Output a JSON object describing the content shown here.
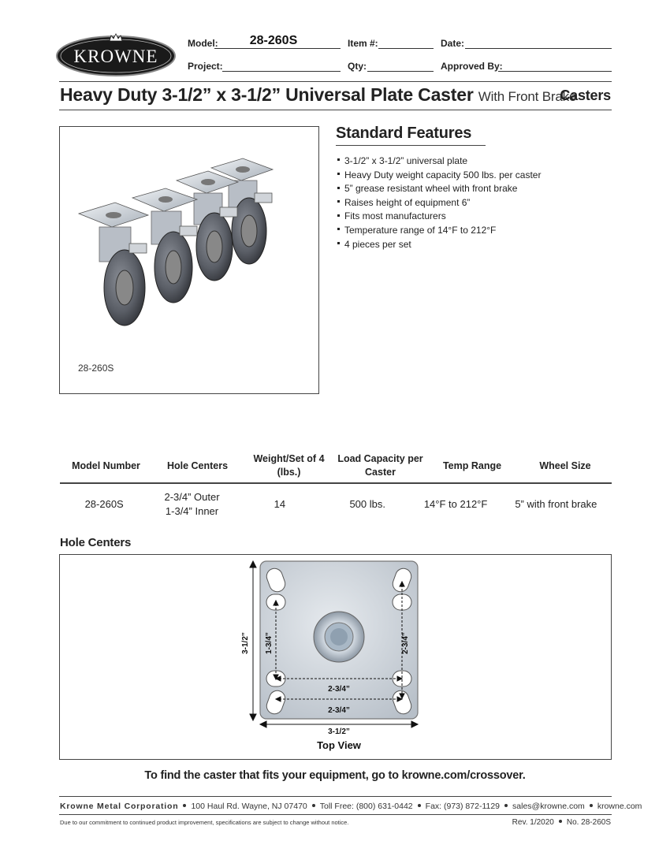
{
  "header": {
    "logo_text": "KROWNE",
    "model_label": "Model:",
    "model_value": "28-260S",
    "item_label": "Item #:",
    "date_label": "Date:",
    "project_label": "Project:",
    "qty_label": "Qty:",
    "approved_label": "Approved By:"
  },
  "title": {
    "main": "Heavy Duty 3-1/2” x 3-1/2” Universal Plate Caster",
    "sub": "With Front Brake",
    "category": "Casters"
  },
  "photo": {
    "caption": "28-260S"
  },
  "features": {
    "title": "Standard Features",
    "items": [
      "3-1/2” x 3-1/2” universal plate",
      "Heavy Duty weight capacity 500 lbs. per caster",
      "5” grease resistant wheel with front brake",
      "Raises height of equipment 6”",
      "Fits most manufacturers",
      "Temperature range of 14°F to 212°F",
      "4 pieces per set"
    ]
  },
  "spec_table": {
    "headers": [
      "Model Number",
      "Hole Centers",
      "Weight/Set of 4 (lbs.)",
      "Load Capacity per Caster",
      "Temp Range",
      "Wheel Size"
    ],
    "row": {
      "model": "28-260S",
      "hole_outer": "2-3/4” Outer",
      "hole_inner": "1-3/4” Inner",
      "weight": "14",
      "load": "500 lbs.",
      "temp": "14°F to 212°F",
      "wheel": "5” with front brake"
    }
  },
  "hole_centers": {
    "title": "Hole Centers",
    "dim_height": "3-1/2”",
    "dim_inner_left": "1-3/4”",
    "dim_inner_right": "2-3/4”",
    "dim_mid_horizontal": "2-3/4”",
    "dim_low_horizontal": "2-3/4”",
    "dim_width": "3-1/2”",
    "view_label": "Top View"
  },
  "crossover": "To find the caster that fits your equipment, go to krowne.com/crossover.",
  "footer": {
    "company": "Krowne Metal Corporation",
    "address": "100 Haul Rd. Wayne, NJ 07470",
    "toll_free": "Toll Free: (800) 631-0442",
    "fax": "Fax: (973) 872-1129",
    "email": "sales@krowne.com",
    "website": "krowne.com",
    "note": "Due to our commitment to continued product improvement, specifications are subject to change without notice.",
    "rev": "Rev. 1/2020",
    "doc_no": "No. 28-260S"
  },
  "colors": {
    "text": "#222222",
    "logo_dark": "#1a1a1a",
    "plate_metal": "#c9cfd6",
    "wheel": "#4a4d55"
  }
}
